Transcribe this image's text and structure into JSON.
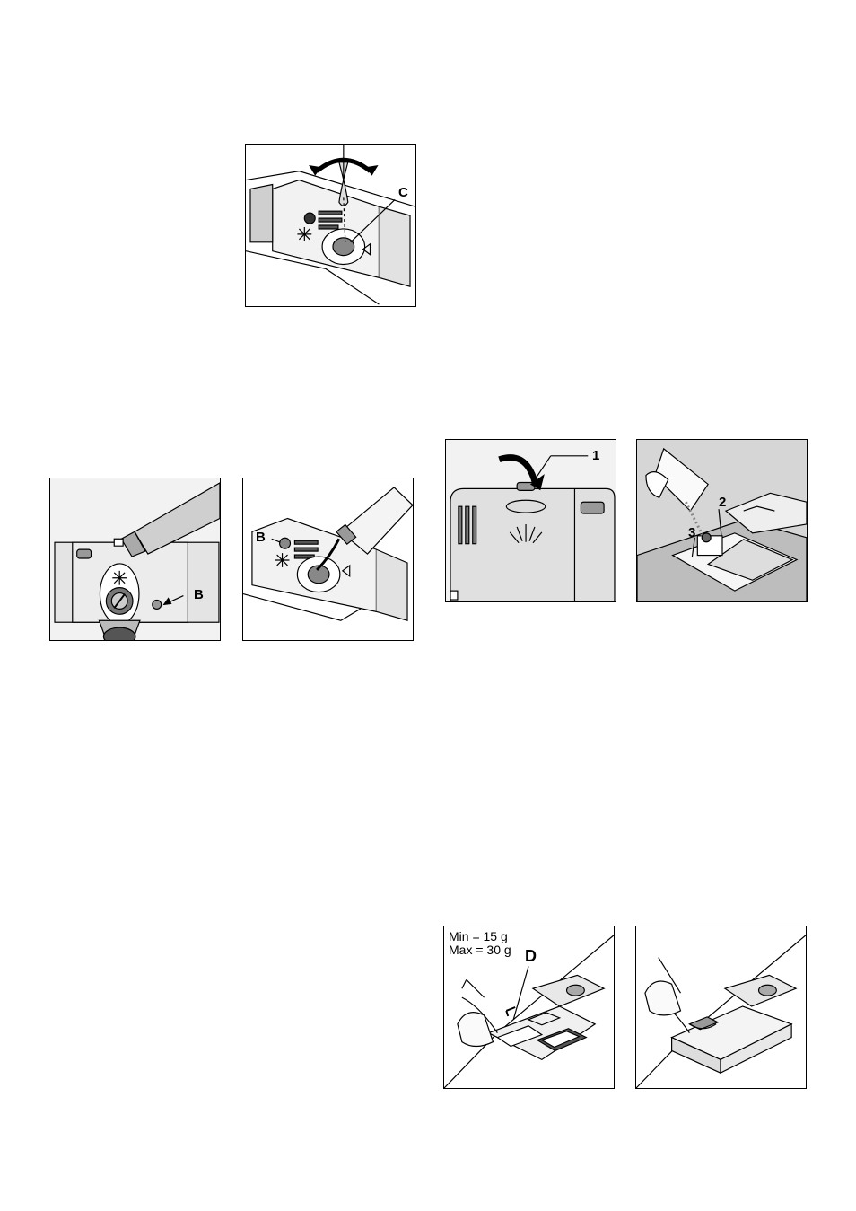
{
  "figures": {
    "rinse_aid_dial": {
      "callout_c": "C"
    },
    "rinse_aid_front": {
      "callout_b": "B"
    },
    "rinse_aid_fill": {
      "callout_b": "B"
    },
    "detergent_lid": {
      "callout_1": "1"
    },
    "detergent_fill": {
      "callout_2": "2",
      "callout_3": "3"
    },
    "detergent_amount": {
      "min_text": "Min = 15 g",
      "max_text": "Max = 30 g",
      "callout_d": "D"
    },
    "detergent_close": {}
  }
}
